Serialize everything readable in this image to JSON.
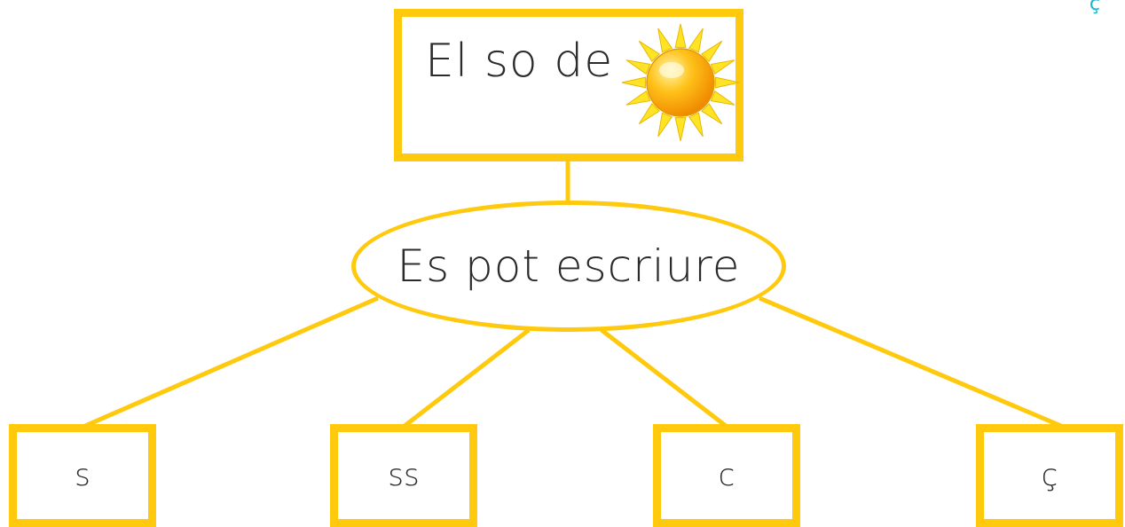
{
  "diagram": {
    "root": {
      "label": "El so de",
      "image": "sun-icon"
    },
    "middle": {
      "label": "Es pot escriure"
    },
    "leaves": [
      {
        "label": "s"
      },
      {
        "label": "ss"
      },
      {
        "label": "c"
      },
      {
        "label": "ç"
      }
    ]
  },
  "colors": {
    "accent": "#FFC90E",
    "text": "#2b2b2b",
    "corner_icon": "#19B5C8"
  },
  "corner_icon": {
    "name": "partial-logo-icon",
    "glyph": "ç"
  }
}
